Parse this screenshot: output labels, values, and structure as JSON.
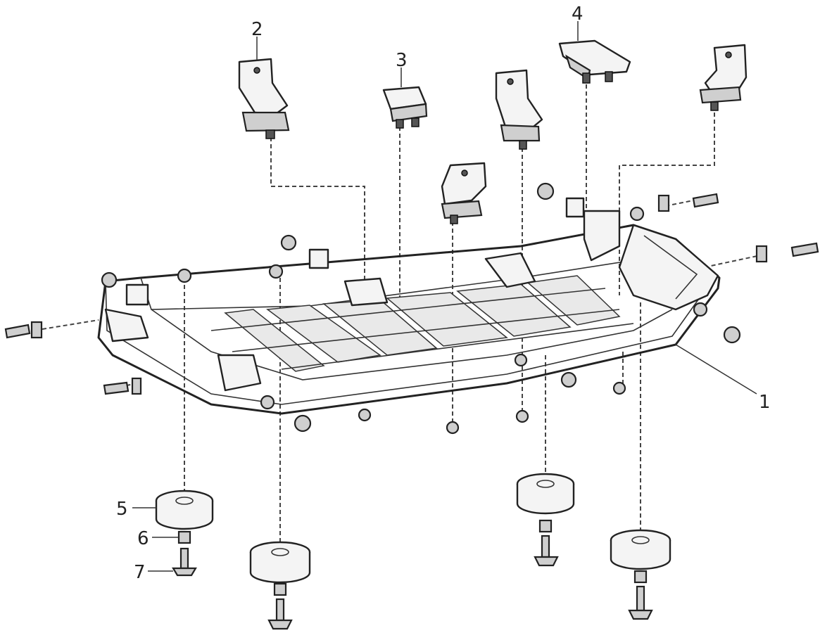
{
  "diagram": {
    "watermark": "",
    "callouts": [
      {
        "id": "1",
        "label": "1"
      },
      {
        "id": "2",
        "label": "2"
      },
      {
        "id": "3",
        "label": "3"
      },
      {
        "id": "4",
        "label": "4"
      },
      {
        "id": "5",
        "label": "5"
      },
      {
        "id": "6",
        "label": "6"
      },
      {
        "id": "7",
        "label": "7"
      }
    ]
  }
}
